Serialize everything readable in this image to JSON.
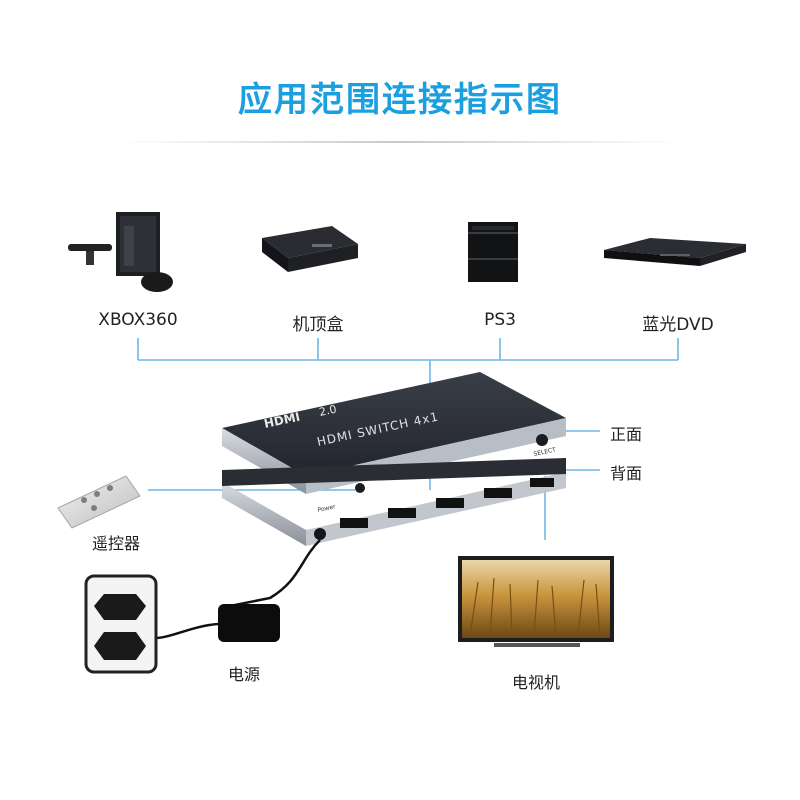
{
  "title": "应用范围连接指示图",
  "sources": [
    {
      "label": "XBOX360",
      "icon": "xbox360-console-icon"
    },
    {
      "label": "机顶盒",
      "icon": "set-top-box-icon"
    },
    {
      "label": "PS3",
      "icon": "ps3-console-icon"
    },
    {
      "label": "蓝光DVD",
      "icon": "bluray-dvd-player-icon"
    }
  ],
  "switch": {
    "logo": "HDMI",
    "version": "2.0",
    "model": "HDMI  SWITCH  4x1",
    "power_label": "Power",
    "select_label": "SELECT"
  },
  "labels": {
    "front": "正面",
    "back": "背面",
    "remote": "遥控器",
    "power": "电源",
    "tv": "电视机"
  },
  "colors": {
    "title": "#1aa0e0",
    "line": "#6fb7e0",
    "device_dark": "#2b2e36"
  }
}
